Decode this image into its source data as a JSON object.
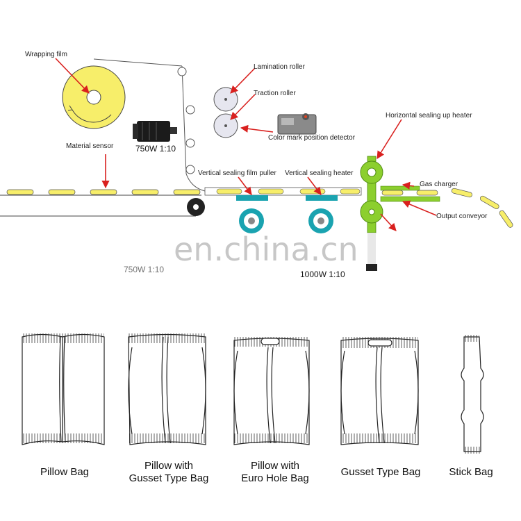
{
  "labels": {
    "wrapping_film": "Wrapping film",
    "lamination_roller": "Lamination roller",
    "traction_roller": "Traction roller",
    "color_mark_detector": "Color mark position detector",
    "material_sensor": "Material sensor",
    "motor_750w": "750W 1:10",
    "horizontal_sealing_heater": "Horizontal sealing up heater",
    "gas_charger": "Gas charger",
    "vertical_film_puller": "Vertical sealing film puller",
    "vertical_sealing_heater": "Vertical sealing heater",
    "output_conveyor": "Output conveyor",
    "motor_750w_bottom": "750W 1:10",
    "motor_1000w": "1000W 1:10"
  },
  "watermark": "en.china.cn",
  "bag_types": [
    "Pillow Bag",
    "Pillow with",
    "Gusset Type Bag",
    "Pillow with",
    "Euro Hole Bag",
    "Gusset Type Bag",
    "Stick Bag"
  ],
  "colors": {
    "film_yellow": "#f7ee6a",
    "roller_green": "#8ccf2e",
    "sealer_teal": "#1aa3b0",
    "arrow_red": "#d9201e",
    "roller_grey": "#e6e6ef"
  }
}
